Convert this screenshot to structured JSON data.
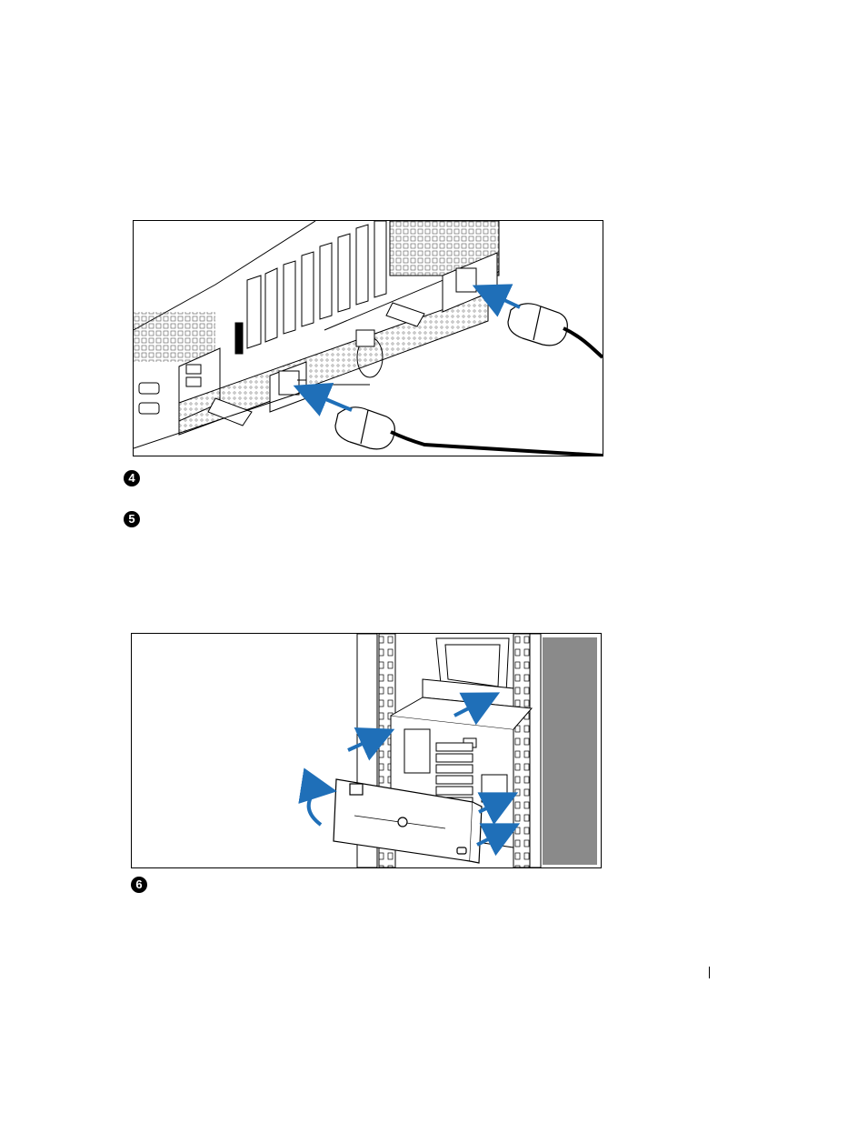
{
  "steps": [
    {
      "number": "4"
    },
    {
      "number": "5"
    },
    {
      "number": "6"
    }
  ],
  "colors": {
    "arrow": "#1f6fb8",
    "line": "#000000",
    "panel_gray": "#8a8a8a",
    "background": "#ffffff"
  },
  "figures": {
    "power_cable": {
      "icon": "power-cable-connection-illustration"
    },
    "bezel": {
      "icon": "front-bezel-installation-illustration"
    }
  }
}
